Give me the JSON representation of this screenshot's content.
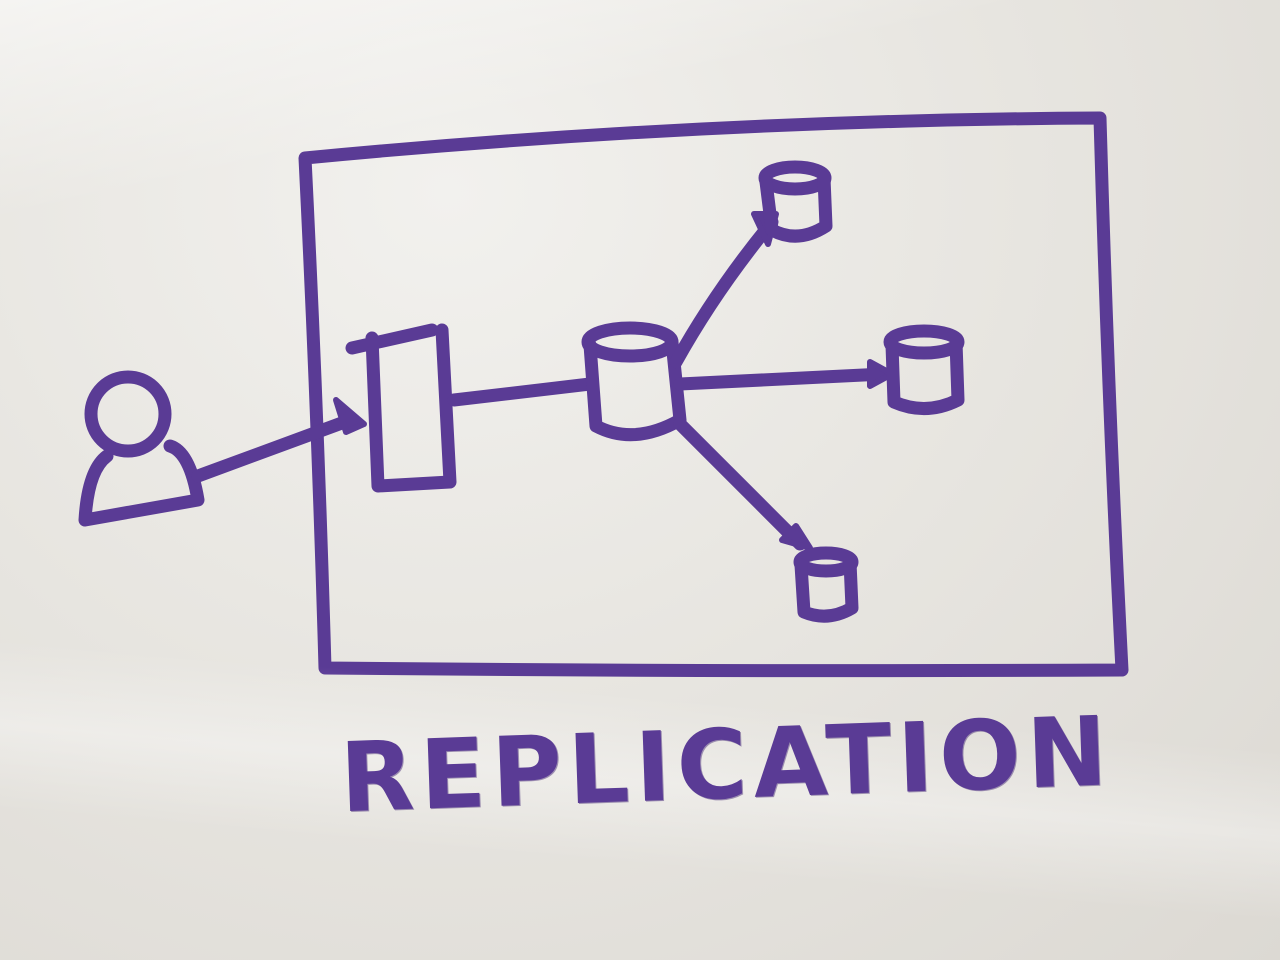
{
  "caption": "Replication",
  "colors": {
    "board": "#e8e6e1",
    "marker": "#5a3b95"
  },
  "diagram": {
    "nodes": [
      {
        "id": "user",
        "kind": "person-icon"
      },
      {
        "id": "app-server",
        "kind": "rectangle"
      },
      {
        "id": "primary-db",
        "kind": "database-cylinder"
      },
      {
        "id": "replica-top",
        "kind": "database-cylinder"
      },
      {
        "id": "replica-right",
        "kind": "database-cylinder"
      },
      {
        "id": "replica-bottom",
        "kind": "database-cylinder"
      }
    ],
    "edges": [
      {
        "from": "user",
        "to": "app-server",
        "arrow": true
      },
      {
        "from": "app-server",
        "to": "primary-db",
        "arrow": false
      },
      {
        "from": "primary-db",
        "to": "replica-top",
        "arrow": true
      },
      {
        "from": "primary-db",
        "to": "replica-right",
        "arrow": true
      },
      {
        "from": "primary-db",
        "to": "replica-bottom",
        "arrow": true
      }
    ]
  }
}
